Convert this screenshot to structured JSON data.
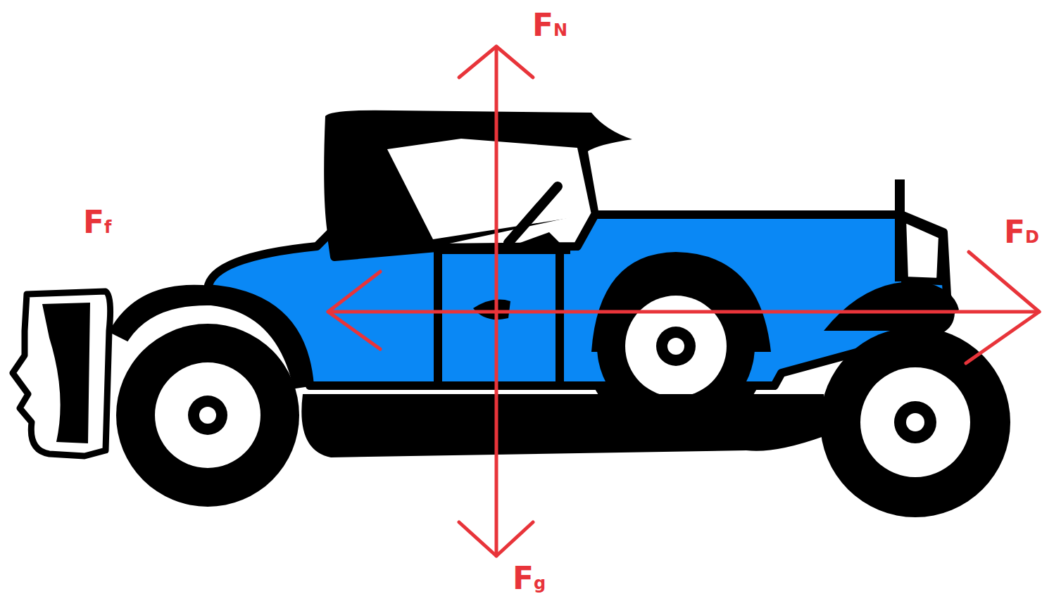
{
  "diagram": {
    "labels": [
      "FN",
      "Ff",
      "FD",
      "Fg"
    ]
  }
}
